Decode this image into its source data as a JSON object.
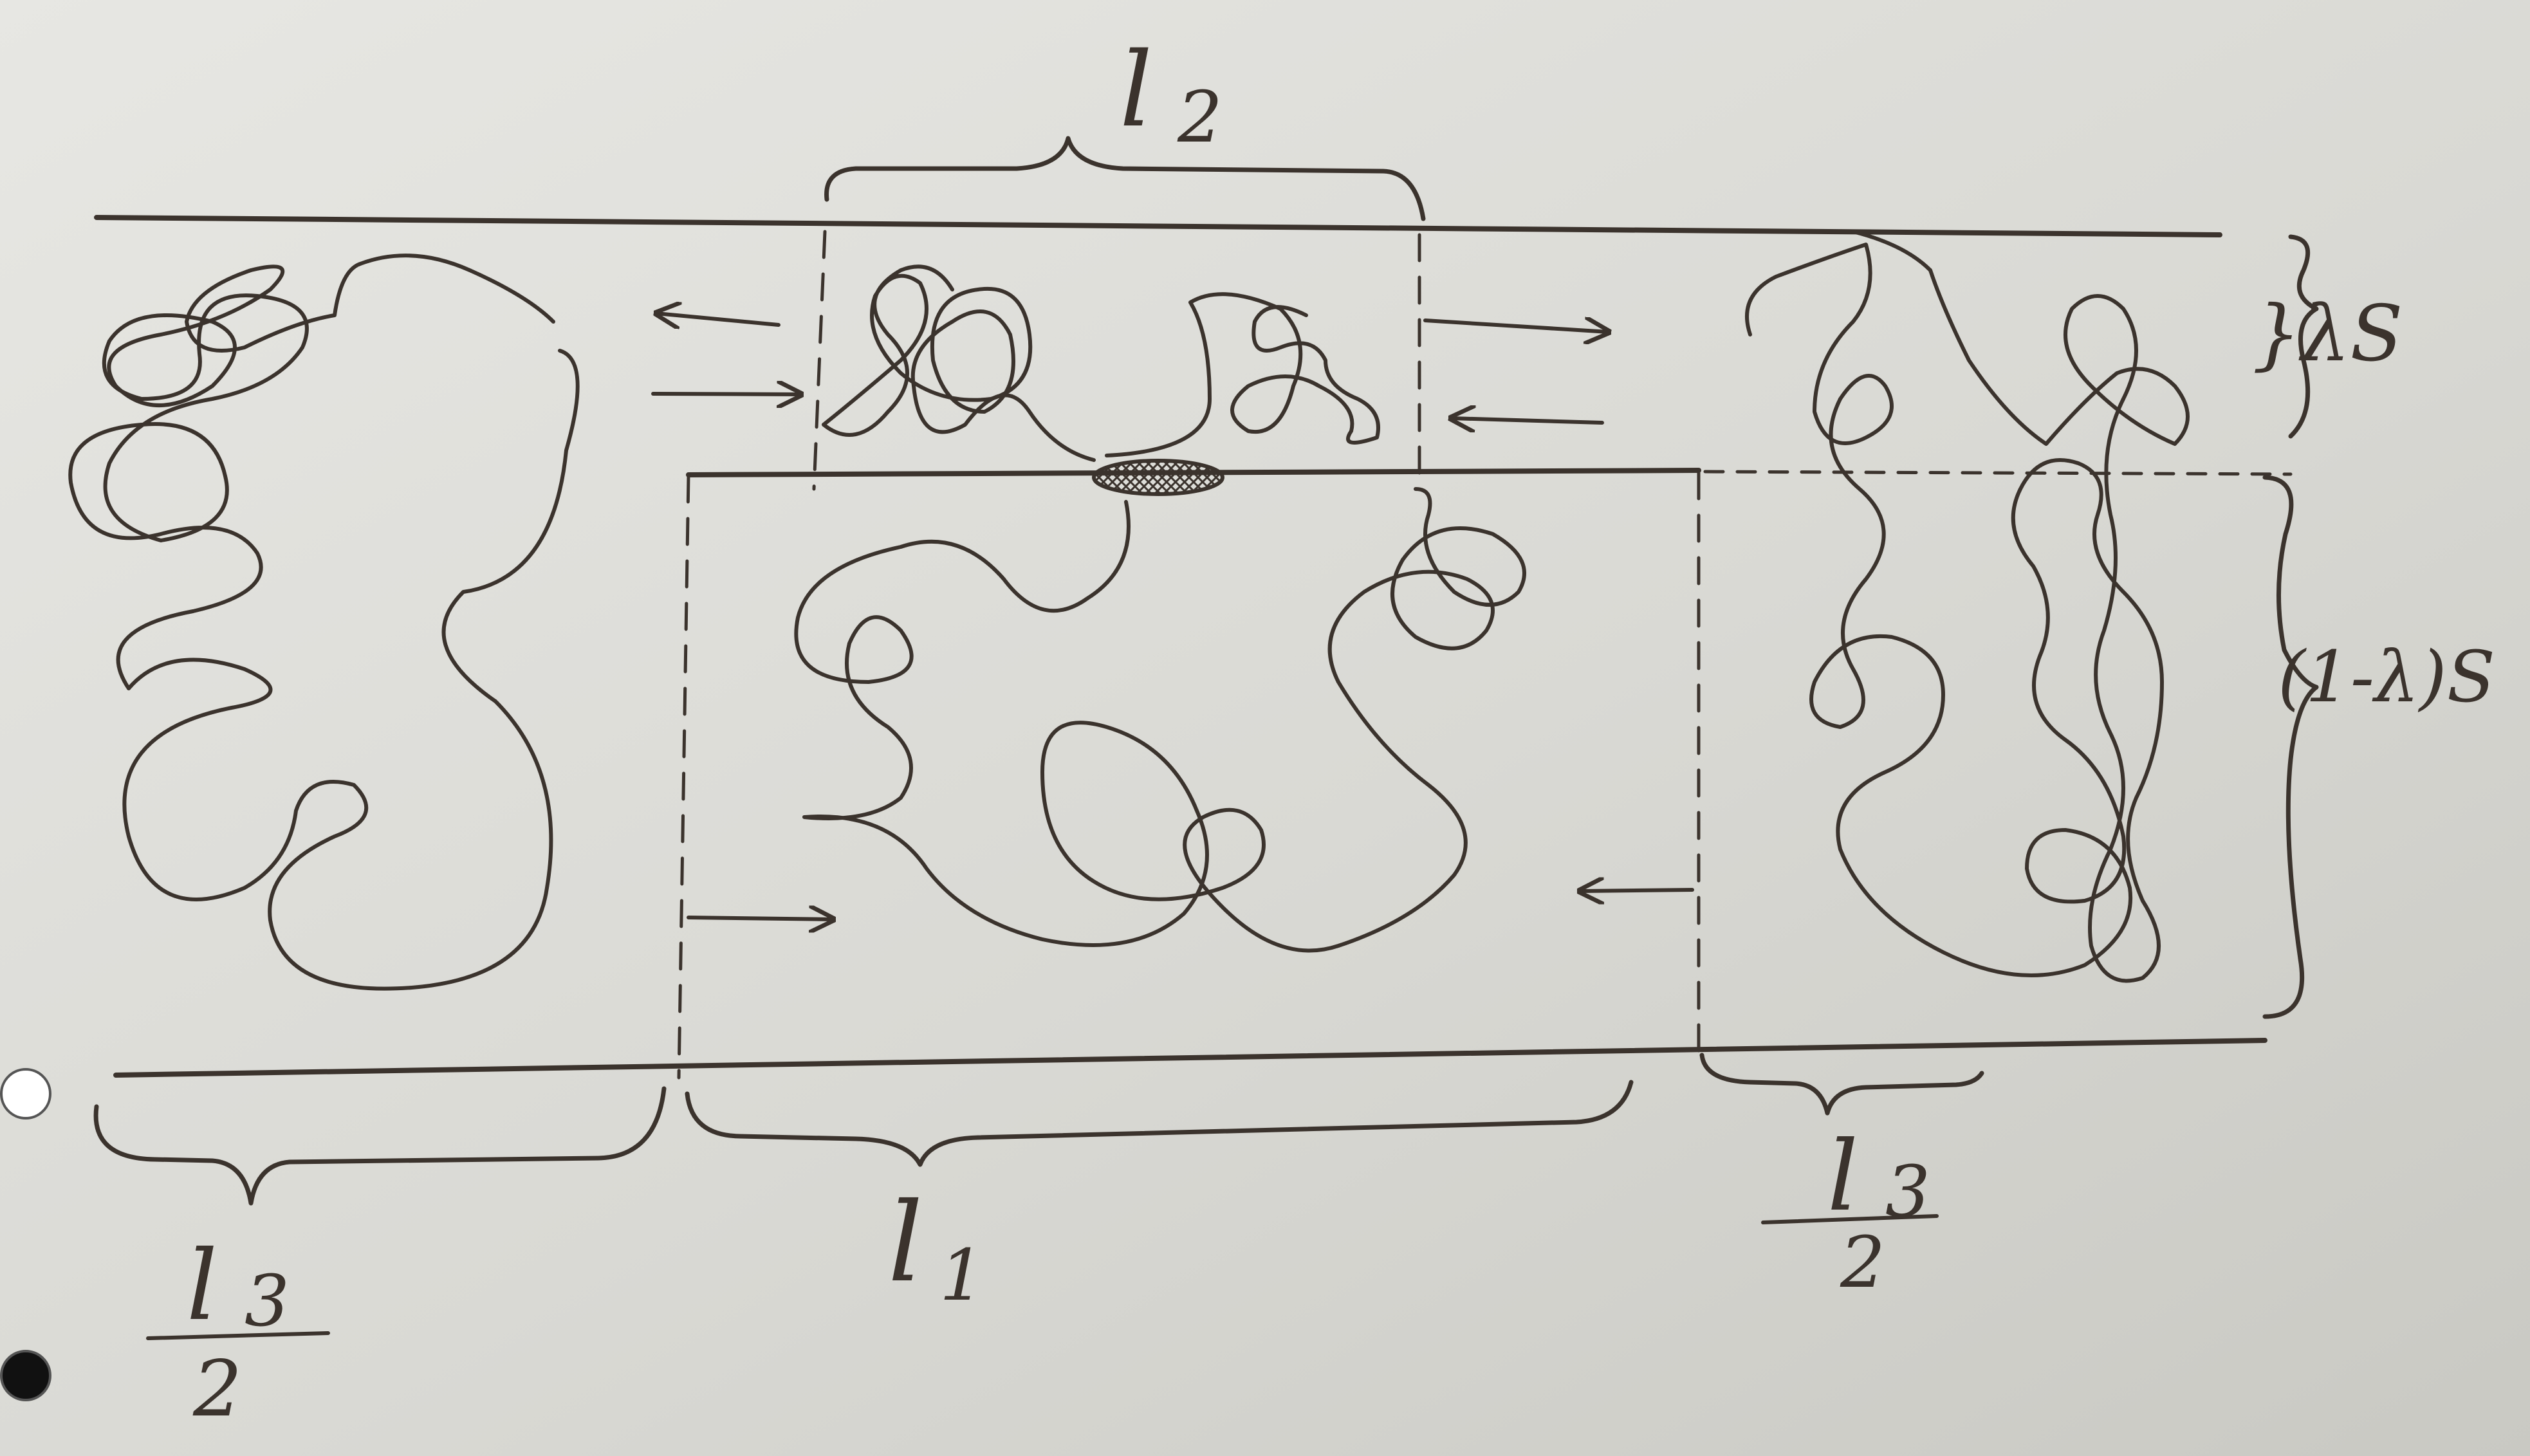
{
  "labels": {
    "l2": "l",
    "l2_sub": "2",
    "l1": "l",
    "l1_sub": "1",
    "l3_left": "l",
    "l3_left_sub": "3",
    "l3_left_den": "2",
    "l3_right": "l",
    "l3_right_sub": "3",
    "l3_right_den": "2",
    "lambda_s": "}λS",
    "one_minus_lambda_s": "(1-λ)S"
  },
  "colors": {
    "paper": "#d8d8d3",
    "ink": "#3b332d"
  }
}
